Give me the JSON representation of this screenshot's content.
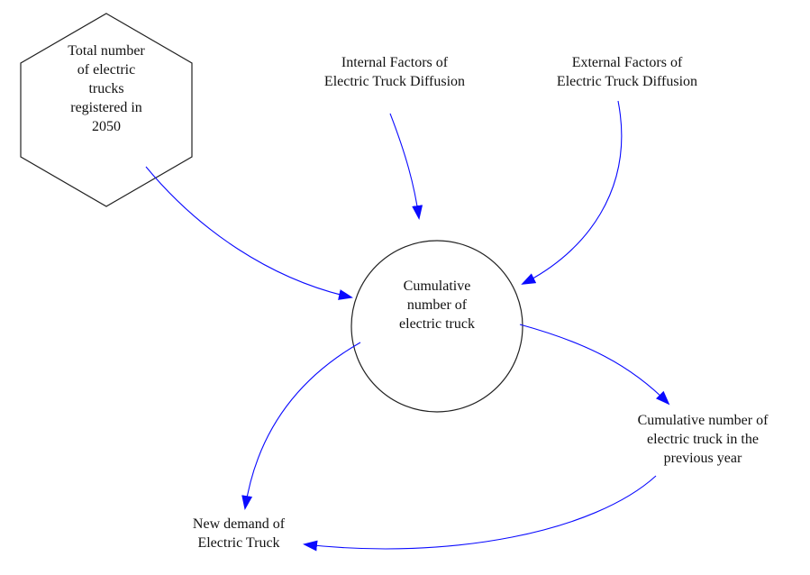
{
  "nodes": {
    "total_trucks_2050": {
      "lines": [
        "Total number",
        "of electric",
        "trucks",
        "registered in",
        "2050"
      ],
      "shape": "hexagon"
    },
    "internal_factors": {
      "lines": [
        "Internal Factors of",
        "Electric Truck Diffusion"
      ]
    },
    "external_factors": {
      "lines": [
        "External Factors of",
        "Electric Truck Diffusion"
      ]
    },
    "cumulative_number": {
      "lines": [
        "Cumulative",
        "number of",
        "electric truck"
      ],
      "shape": "circle"
    },
    "cumulative_previous_year": {
      "lines": [
        "Cumulative number of",
        "electric truck in the",
        "previous year"
      ]
    },
    "new_demand": {
      "lines": [
        "New demand of",
        "Electric Truck"
      ]
    }
  },
  "colors": {
    "arrow": "#0a0aff",
    "node_outline": "#222222",
    "text": "#111111"
  }
}
